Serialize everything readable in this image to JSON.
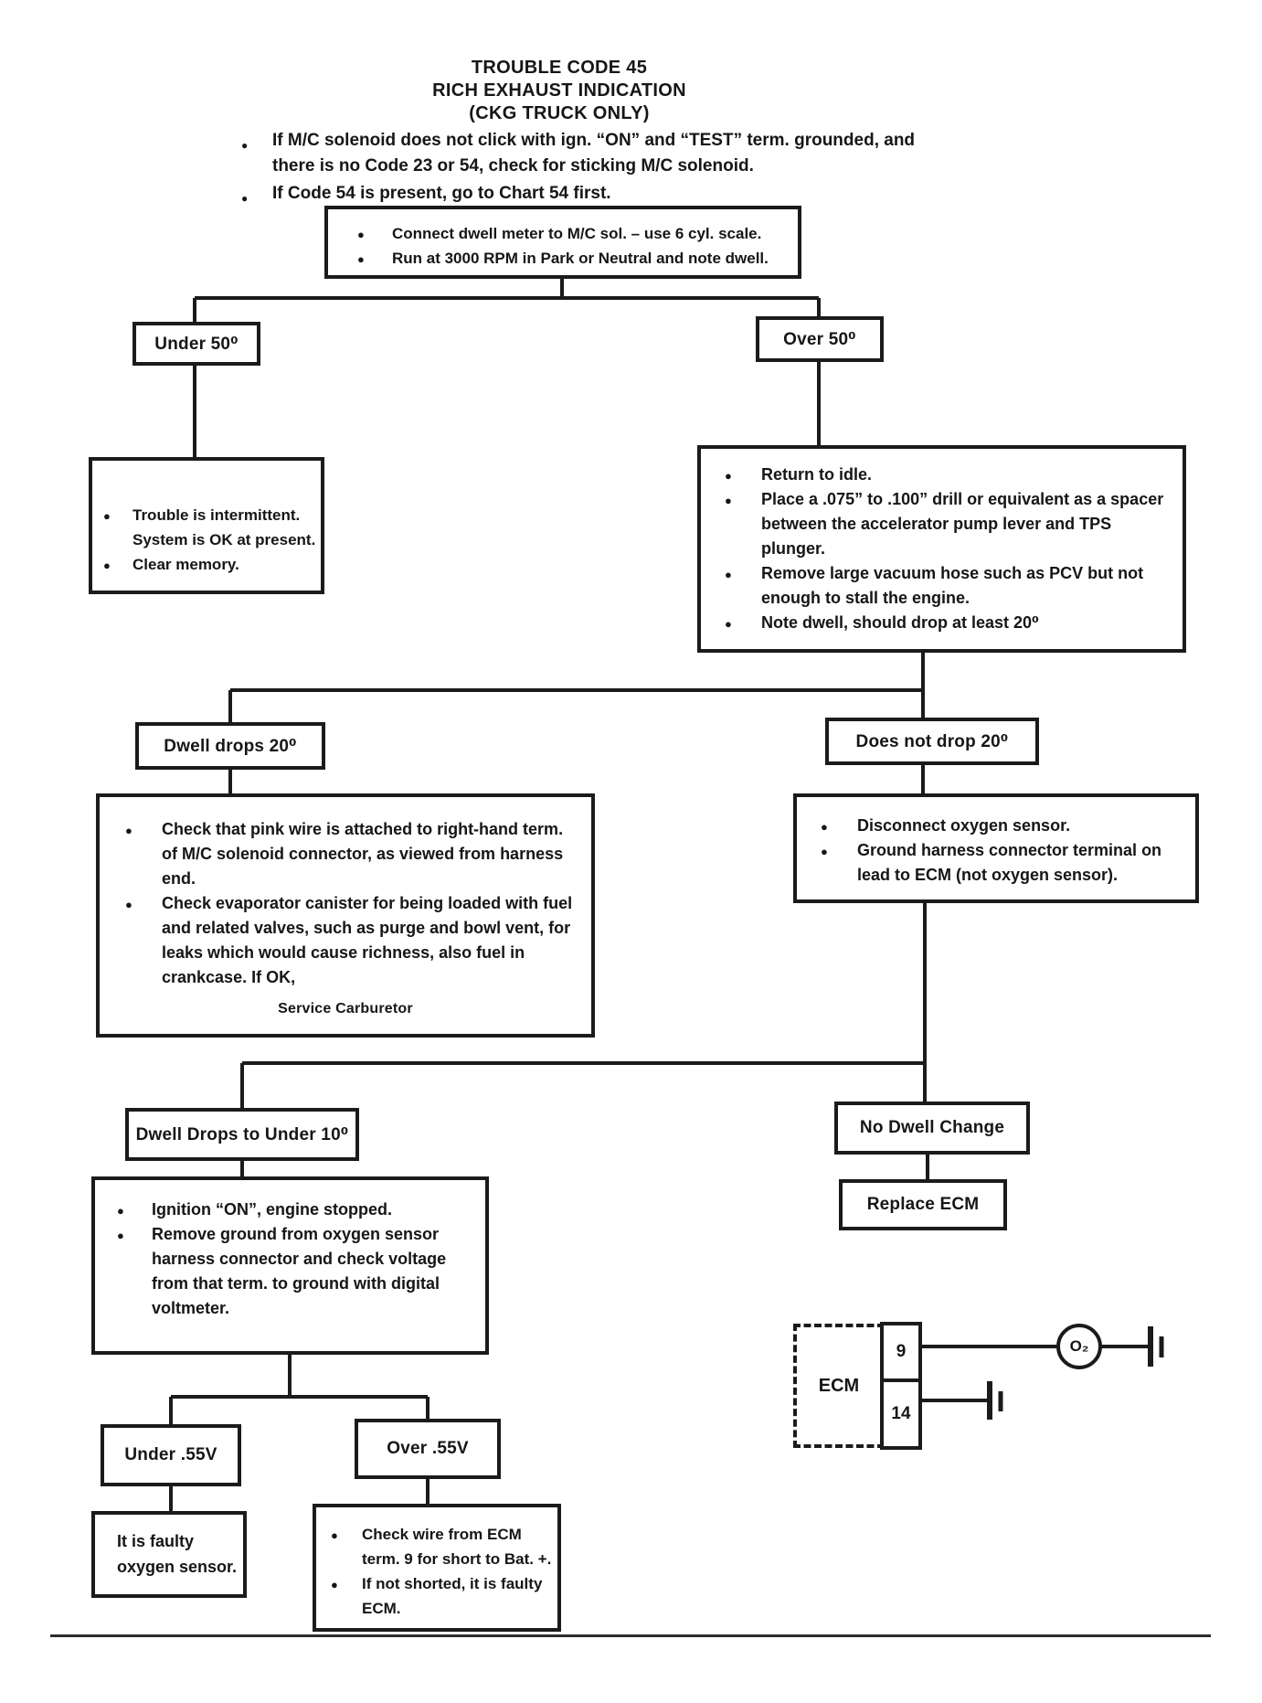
{
  "page": {
    "title_line1": "TROUBLE CODE 45",
    "title_line2": "RICH EXHAUST INDICATION",
    "title_line3": "(CKG TRUCK ONLY)",
    "intro_bullets": [
      "If M/C solenoid does not click with ign. “ON” and “TEST” term. grounded, and there is no Code 23 or 54, check for sticking M/C solenoid.",
      "If Code 54 is present, go to Chart 54 first."
    ]
  },
  "flowchart": {
    "start": {
      "bullets": [
        "Connect dwell meter to M/C sol. – use 6 cyl. scale.",
        "Run at 3000 RPM in Park or Neutral and note dwell."
      ]
    },
    "under_50": {
      "label": "Under 50⁰"
    },
    "over_50": {
      "label": "Over 50⁰"
    },
    "intermittent": {
      "bullets": [
        "Trouble is intermittent. System is OK at present.",
        "Clear memory."
      ]
    },
    "over_50_actions": {
      "bullets": [
        "Return to idle.",
        "Place a .075” to .100” drill or equivalent as a spacer between the accelerator pump lever and TPS plunger.",
        "Remove large vacuum hose such as PCV but not enough to stall the engine.",
        "Note dwell, should drop at least 20⁰"
      ]
    },
    "dwell_drops_20": {
      "label": "Dwell drops 20⁰"
    },
    "does_not_drop_20": {
      "label": "Does not drop 20⁰"
    },
    "check_pink_wire": {
      "bullets": [
        "Check that pink wire is attached to right-hand term. of M/C solenoid connector, as viewed from harness end.",
        "Check evaporator canister for being loaded with fuel and related valves, such as purge and bowl vent, for leaks which would cause richness, also fuel in crankcase. If OK,"
      ],
      "footer": "Service Carburetor"
    },
    "disconnect_o2": {
      "bullets": [
        "Disconnect oxygen sensor.",
        "Ground harness connector terminal on lead to ECM (not oxygen sensor)."
      ]
    },
    "dwell_under_10": {
      "label": "Dwell Drops to Under 10⁰"
    },
    "no_dwell_change": {
      "label": "No Dwell Change"
    },
    "replace_ecm": {
      "label": "Replace ECM"
    },
    "ignition_on": {
      "bullets": [
        "Ignition “ON”, engine stopped.",
        "Remove ground from oxygen sensor harness connector and check voltage from that term. to ground with digital voltmeter."
      ]
    },
    "under_55v": {
      "label": "Under .55V"
    },
    "over_55v": {
      "label": "Over .55V"
    },
    "faulty_o2": {
      "text": "It is faulty oxygen sensor."
    },
    "check_wire": {
      "bullets": [
        "Check wire from ECM term. 9 for short to Bat. +.",
        "If not shorted, it is faulty ECM."
      ]
    }
  },
  "ecm_diagram": {
    "ecm_label": "ECM",
    "terminal_top": "9",
    "terminal_bottom": "14",
    "sensor_label": "O₂"
  }
}
